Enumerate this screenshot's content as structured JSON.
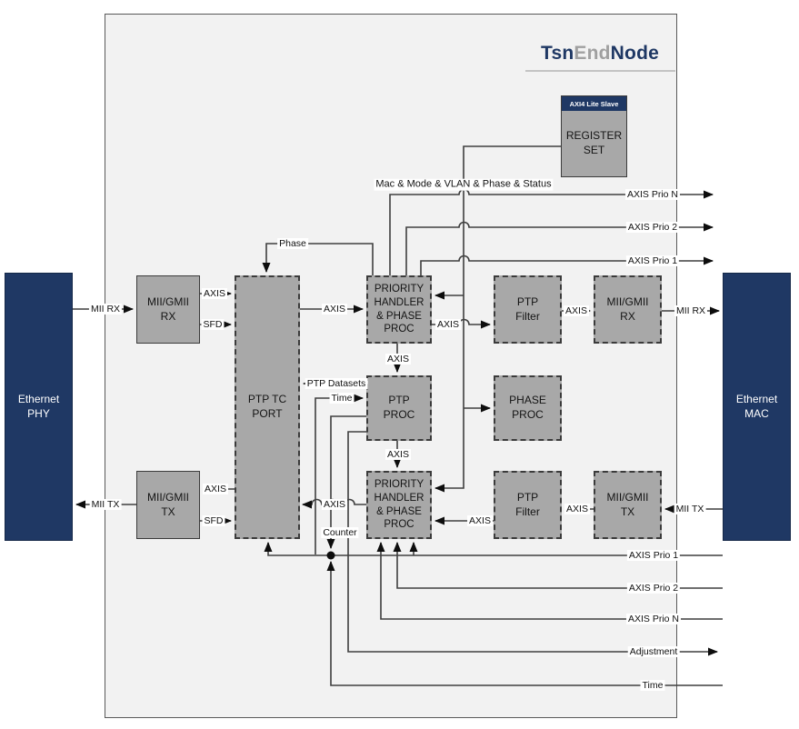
{
  "title": {
    "part_navy_1": "Tsn",
    "part_gray": "End",
    "part_navy_2": "Node"
  },
  "blocks": {
    "ethernet_phy": "Ethernet\nPHY",
    "ethernet_mac": "Ethernet\nMAC",
    "mii_gmii_rx_left": "MII/GMII\nRX",
    "mii_gmii_tx_left": "MII/GMII\nTX",
    "ptp_tc_port": "PTP TC\nPORT",
    "priority_handler_top": "PRIORITY\nHANDLER\n& PHASE\nPROC",
    "ptp_proc": "PTP\nPROC",
    "phase_proc": "PHASE\nPROC",
    "priority_handler_bottom": "PRIORITY\nHANDLER\n& PHASE\nPROC",
    "ptp_filter_top": "PTP\nFilter",
    "mii_gmii_rx_right": "MII/GMII\nRX",
    "ptp_filter_bottom": "PTP\nFilter",
    "mii_gmii_tx_right": "MII/GMII\nTX",
    "register_header": "AXI4 Lite Slave",
    "register_set": "REGISTER\nSET"
  },
  "wire_labels": {
    "mii_rx_left": "MII RX",
    "axis_rx_in": "AXIS",
    "sfd_rx_in": "SFD",
    "phase": "Phase",
    "axis_tc_to_handler": "AXIS",
    "mac_mode": "Mac & Mode & VLAN & Phase & Status",
    "axis_prio_n_top": "AXIS Prio N",
    "axis_prio_2_top": "AXIS Prio 2",
    "axis_prio_1_top": "AXIS Prio 1",
    "axis_handler_to_filter": "AXIS",
    "axis_filter_to_rx": "AXIS",
    "mii_rx_right": "MII RX",
    "ptp_datasets": "PTP Datasets",
    "time_mid": "Time",
    "axis_handler_down": "AXIS",
    "axis_proc_down": "AXIS",
    "counter": "Counter",
    "axis_handler2_to_tc": "AXIS",
    "axis_filter2_to_handler": "AXIS",
    "axis_tx_to_filter": "AXIS",
    "mii_tx_right": "MII TX",
    "axis_tc_to_tx": "AXIS",
    "sfd_tx_out": "SFD",
    "mii_tx_left": "MII TX",
    "axis_prio_1_bottom": "AXIS Prio 1",
    "axis_prio_2_bottom": "AXIS Prio 2",
    "axis_prio_n_bottom": "AXIS Prio N",
    "adjustment": "Adjustment",
    "time_bottom": "Time"
  },
  "colors": {
    "navy": "#1f3864",
    "block_gray": "#a8a8a8",
    "line": "#3f3f3f",
    "canvas_inner": "#f2f2f2",
    "title_gray": "#a0a0a0"
  }
}
